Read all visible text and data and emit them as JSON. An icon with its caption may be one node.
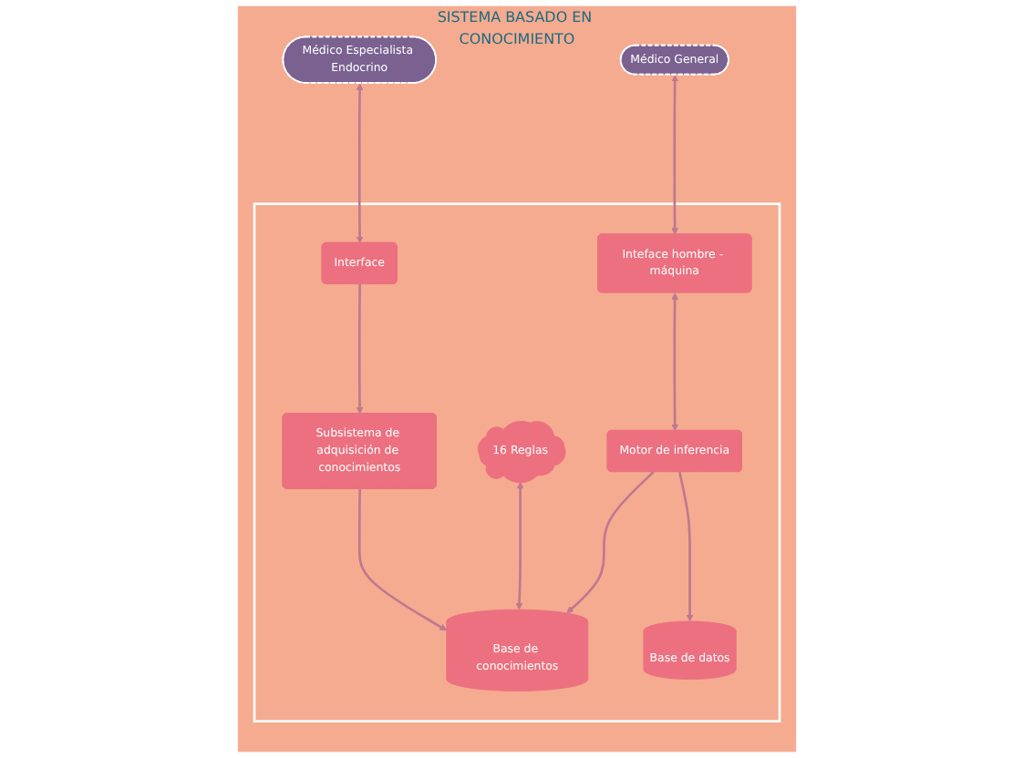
{
  "diagram": {
    "nodes": [
      {
        "text": [
          "SISTEMA BASADO EN CONOCIMIENTO"
        ]
      },
      {
        "text": [
          "Médico Especialista Endocrino"
        ],
        "in": 0
      },
      {
        "text": [
          "Médico General"
        ],
        "in": 0
      },
      {
        "text": [],
        "shape": "box",
        "in": 0
      },
      {
        "text": [
          "Interface"
        ],
        "in": 3
      },
      {
        "text": [
          "Subsistema de adquisición de conocimientos"
        ],
        "in": 3
      },
      {
        "text": [
          "Inteface hombre - máquina"
        ],
        "in": 3
      },
      {
        "text": [
          "16 Reglas"
        ],
        "in": 3
      },
      {
        "text": [
          "Base de conocimientos"
        ],
        "in": 3
      },
      {
        "text": [
          "Base de datos"
        ],
        "in": 3
      },
      {
        "text": [
          "Motor de inferencia"
        ],
        "in": 3
      }
    ],
    "edges": [
      {
        "from": 1,
        "to": 4,
        "arrow": "both"
      },
      {
        "from": 2,
        "to": 6,
        "arrow": "both"
      },
      {
        "from": 4,
        "to": 5,
        "arrow": "to"
      },
      {
        "from": 5,
        "to": 8,
        "arrow": "to"
      },
      {
        "from": 7,
        "to": 8,
        "arrow": "both"
      },
      {
        "from": 10,
        "to": 8,
        "arrow": "to"
      },
      {
        "from": 10,
        "to": 9,
        "arrow": "to"
      },
      {
        "from": 6,
        "to": 10,
        "arrow": "both"
      }
    ]
  }
}
